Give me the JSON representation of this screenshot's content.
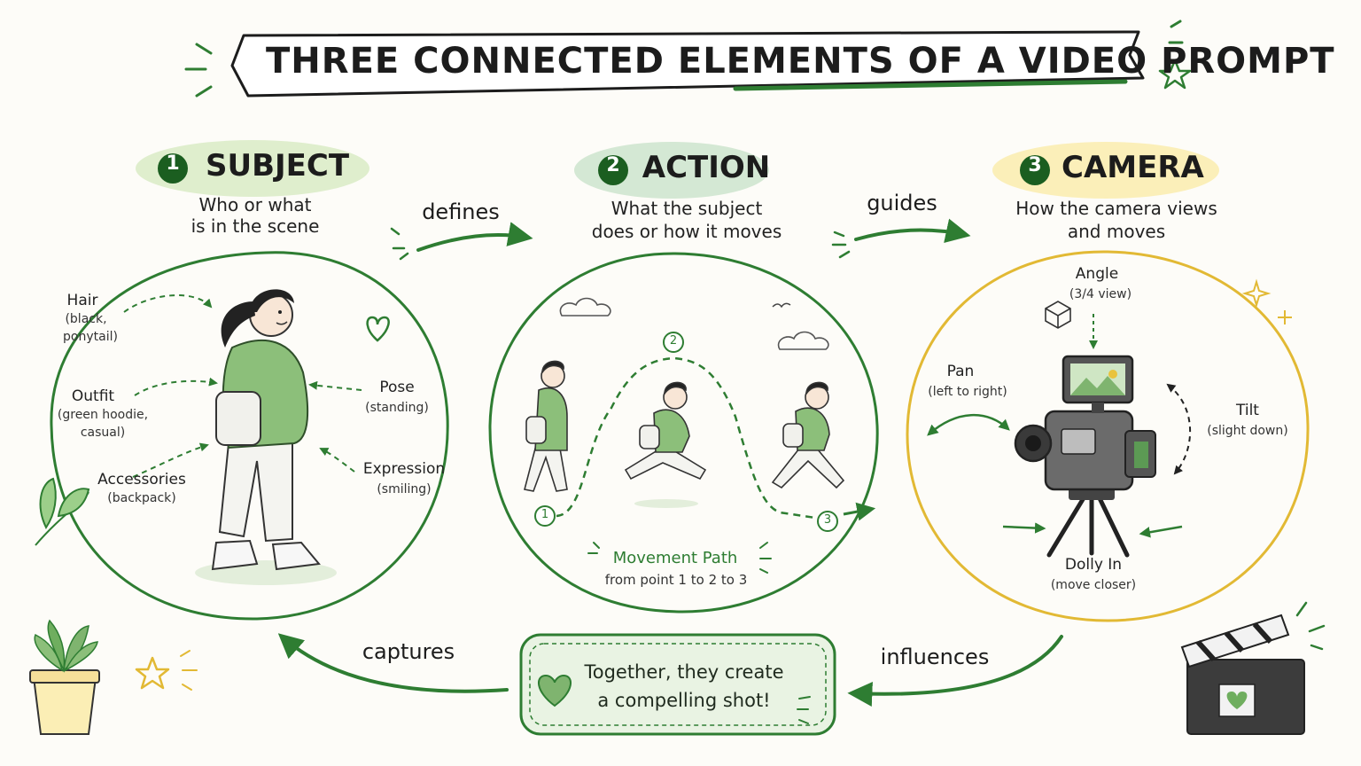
{
  "title": "THREE CONNECTED ELEMENTS OF A VIDEO PROMPT",
  "elements": [
    {
      "number": "1",
      "name": "SUBJECT",
      "description": [
        "Who or what",
        "is in the scene"
      ]
    },
    {
      "number": "2",
      "name": "ACTION",
      "description": [
        "What the subject",
        "does or how it moves"
      ]
    },
    {
      "number": "3",
      "name": "CAMERA",
      "description": [
        "How the camera views",
        "and moves"
      ]
    }
  ],
  "subject_details": {
    "hair": {
      "label": "Hair",
      "detail": [
        "(black,",
        "ponytail)"
      ]
    },
    "outfit": {
      "label": "Outfit",
      "detail": [
        "(green hoodie,",
        "casual)"
      ]
    },
    "accessories": {
      "label": "Accessories",
      "detail": "(backpack)"
    },
    "pose": {
      "label": "Pose",
      "detail": "(standing)"
    },
    "expression": {
      "label": "Expression",
      "detail": "(smiling)"
    }
  },
  "action_details": {
    "path_points": [
      "1",
      "2",
      "3"
    ],
    "movement_title": "Movement Path",
    "movement_sub": "from point 1 to 2 to 3"
  },
  "camera_details": {
    "angle": {
      "label": "Angle",
      "detail": "(3/4 view)"
    },
    "pan": {
      "label": "Pan",
      "detail": "(left to right)"
    },
    "tilt": {
      "label": "Tilt",
      "detail": "(slight down)"
    },
    "dolly": {
      "label": "Dolly In",
      "detail": "(move closer)"
    }
  },
  "connectors": {
    "defines": "defines",
    "guides": "guides",
    "captures": "captures",
    "influences": "influences"
  },
  "summary": [
    "Together, they create",
    "a compelling shot!"
  ],
  "colors": {
    "green": "#2e7d32",
    "light_green": "#cfe6c4",
    "yellow": "#e9c33c",
    "light_yellow": "#fbeeb5",
    "ink": "#1c1c1c"
  }
}
